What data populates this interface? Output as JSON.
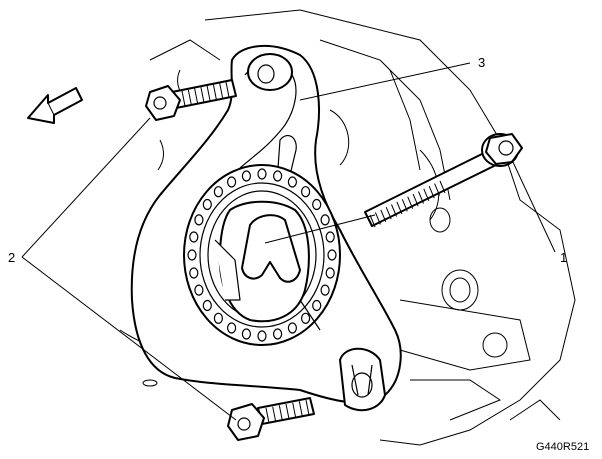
{
  "diagram": {
    "callouts": [
      {
        "id": "callout-1",
        "label": "1"
      },
      {
        "id": "callout-2",
        "label": "2"
      },
      {
        "id": "callout-3",
        "label": "3"
      }
    ],
    "figure_id": "G440R521",
    "direction_arrow_icon": "front-direction-arrow-icon",
    "colors": {
      "line": "#000000",
      "background": "#ffffff"
    }
  }
}
